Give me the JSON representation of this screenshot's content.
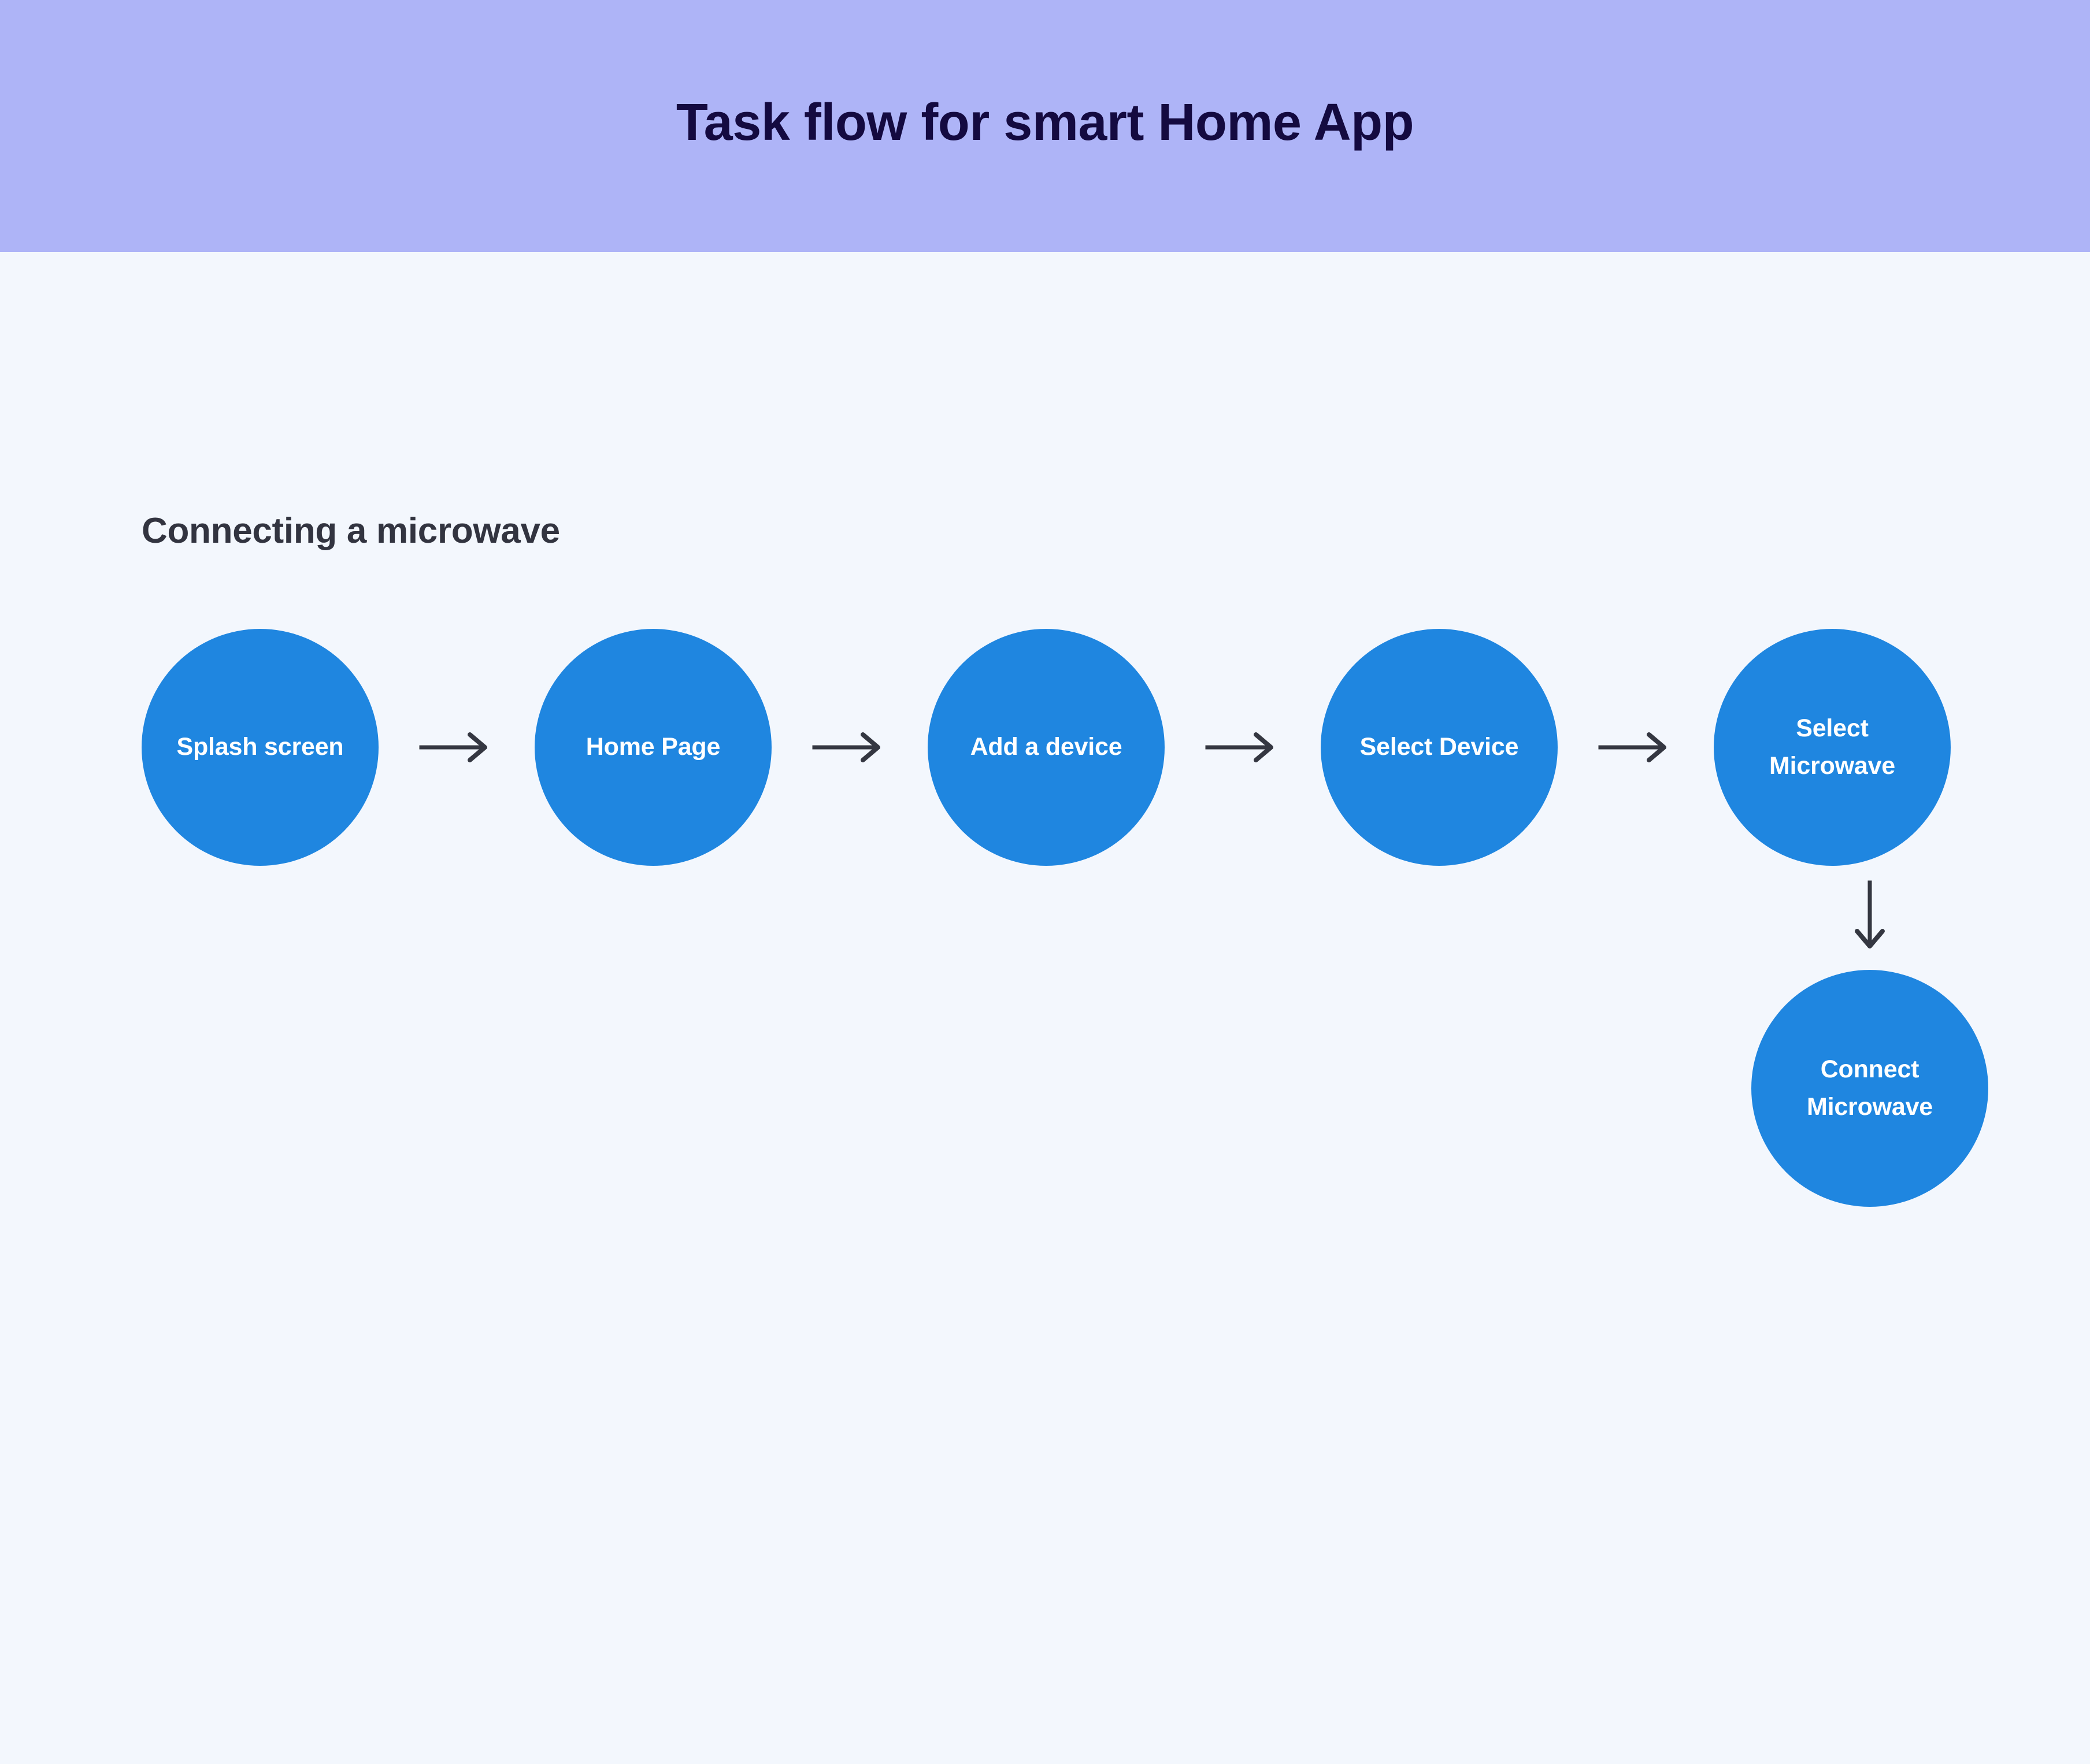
{
  "header": {
    "title": "Task flow for smart Home App",
    "background_color": "#aeb4f7",
    "title_color": "#140a40"
  },
  "page": {
    "background_color": "#f3f7fd"
  },
  "section": {
    "heading": "Connecting a microwave",
    "heading_color": "#323440"
  },
  "style": {
    "node_fill": "#1f86e0",
    "node_text_color": "#ffffff",
    "arrow_color": "#343741"
  },
  "flow": {
    "main_nodes": [
      {
        "label": "Splash screen",
        "name": "splash-screen"
      },
      {
        "label": "Home Page",
        "name": "home-page"
      },
      {
        "label": "Add a device",
        "name": "add-a-device"
      },
      {
        "label": "Select Device",
        "name": "select-device"
      },
      {
        "label": "Select\nMicrowave",
        "name": "select-microwave"
      }
    ],
    "branch_nodes": [
      {
        "label": "Connect\nMicrowave",
        "name": "connect-microwave"
      }
    ],
    "arrows": {
      "right": "arrow-right-icon",
      "down": "arrow-down-icon"
    }
  }
}
